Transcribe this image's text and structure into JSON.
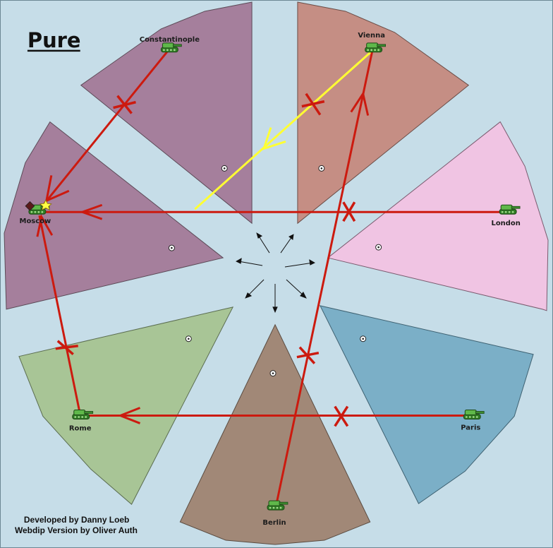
{
  "title": "Pure",
  "credits": {
    "line1": "Developed by Danny Loeb",
    "line2": "Webdip Version by Oliver Auth"
  },
  "colors": {
    "sea": "#c6dde8",
    "russia": "#a57f9c",
    "turkey": "#a57f9c",
    "austria": "#c58e84",
    "england": "#f0c4e3",
    "france": "#7bafc7",
    "germany": "#a18877",
    "italy": "#a8c596",
    "order_move": "#cc1a0f",
    "order_support": "#ffff33"
  },
  "territories": [
    {
      "id": "constantinople",
      "name": "Constantinople",
      "power": "turkey",
      "unit": "army"
    },
    {
      "id": "vienna",
      "name": "Vienna",
      "power": "austria",
      "unit": "army"
    },
    {
      "id": "london",
      "name": "London",
      "power": "england",
      "unit": "army"
    },
    {
      "id": "paris",
      "name": "Paris",
      "power": "france",
      "unit": "army"
    },
    {
      "id": "berlin",
      "name": "Berlin",
      "power": "germany",
      "unit": "army"
    },
    {
      "id": "rome",
      "name": "Rome",
      "power": "italy",
      "unit": "army"
    },
    {
      "id": "moscow",
      "name": "Moscow",
      "power": "russia",
      "unit": "army",
      "dislodged_marker": "star-icon"
    }
  ],
  "orders": [
    {
      "from": "Constantinople",
      "to": "Moscow",
      "type": "move",
      "failed": true
    },
    {
      "from": "Vienna",
      "to": "Moscow",
      "type": "support",
      "failed": true
    },
    {
      "from": "London",
      "to": "Moscow",
      "type": "move",
      "failed": true
    },
    {
      "from": "Paris",
      "to": "Rome",
      "type": "move",
      "failed": true
    },
    {
      "from": "Rome",
      "to": "Moscow",
      "type": "move",
      "failed": true
    },
    {
      "from": "Berlin",
      "to": "Vienna",
      "type": "move",
      "failed": true
    }
  ]
}
